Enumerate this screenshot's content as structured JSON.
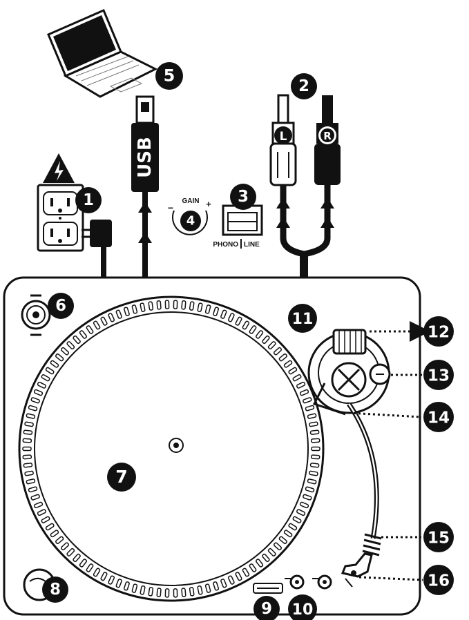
{
  "callouts": [
    {
      "id": "1",
      "label": "1"
    },
    {
      "id": "2",
      "label": "2"
    },
    {
      "id": "3",
      "label": "3"
    },
    {
      "id": "4",
      "label": "4"
    },
    {
      "id": "5",
      "label": "5"
    },
    {
      "id": "6",
      "label": "6"
    },
    {
      "id": "7",
      "label": "7"
    },
    {
      "id": "8",
      "label": "8"
    },
    {
      "id": "9",
      "label": "9"
    },
    {
      "id": "10",
      "label": "10"
    },
    {
      "id": "11",
      "label": "11"
    },
    {
      "id": "12",
      "label": "12"
    },
    {
      "id": "13",
      "label": "13"
    },
    {
      "id": "14",
      "label": "14"
    },
    {
      "id": "15",
      "label": "15"
    },
    {
      "id": "16",
      "label": "16"
    }
  ],
  "cables": {
    "usb_text": "USB",
    "rca_left": "L",
    "rca_right": "R"
  },
  "gain": {
    "label": "GAIN",
    "minus": "−",
    "plus": "+"
  },
  "switch": {
    "left_label": "PHONO",
    "right_label": "LINE"
  },
  "colors": {
    "ink": "#111111",
    "paper": "#ffffff"
  }
}
